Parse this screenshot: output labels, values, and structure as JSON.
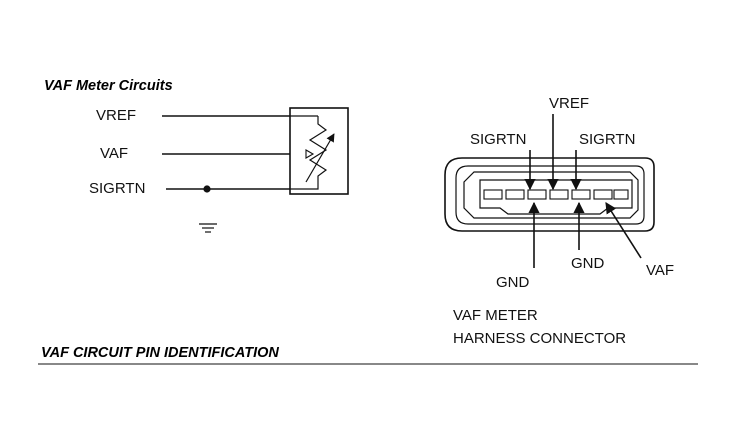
{
  "schematic": {
    "title": "VAF Meter Circuits",
    "terminals": [
      "VREF",
      "VAF",
      "SIGRTN"
    ]
  },
  "connector": {
    "callouts": {
      "vref": "VREF",
      "sigrtn_left": "SIGRTN",
      "sigrtn_right": "SIGRTN",
      "gnd_left": "GND",
      "gnd_right": "GND",
      "vaf": "VAF"
    },
    "caption_line1": "VAF METER",
    "caption_line2": "HARNESS CONNECTOR"
  },
  "footer": {
    "caption": "VAF CIRCUIT PIN IDENTIFICATION"
  }
}
